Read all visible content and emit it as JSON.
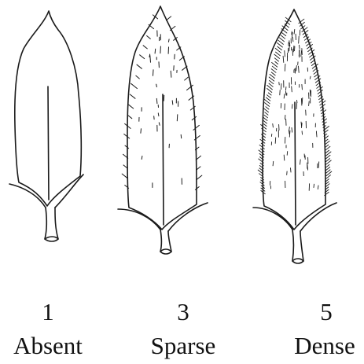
{
  "panels": [
    {
      "score": "1",
      "label": "Absent"
    },
    {
      "score": "3",
      "label": "Sparse"
    },
    {
      "score": "5",
      "label": "Dense"
    }
  ],
  "colors": {
    "ink": "#1a1a1a",
    "background": "#ffffff"
  }
}
